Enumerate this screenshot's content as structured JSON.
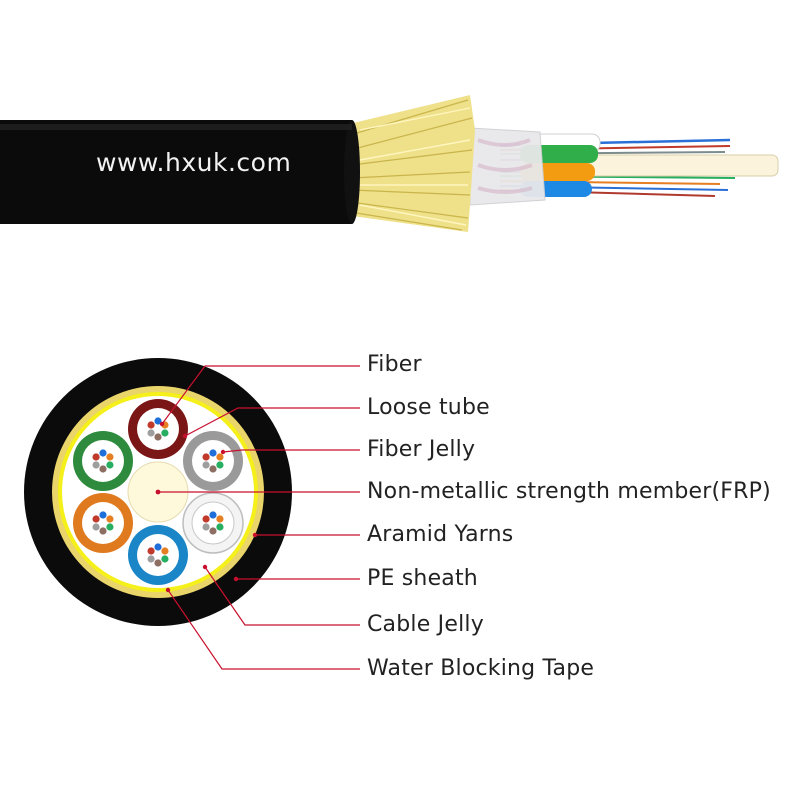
{
  "watermark": "www.hxuk.com",
  "colors": {
    "sheath": "#0b0b0b",
    "yarn": "#e9d56a",
    "tape": "#f5ef1a",
    "leader": "#c8102e",
    "tube_red": "#7a1616",
    "tube_gray": "#9a9a9a",
    "tube_green": "#2e8b3e",
    "tube_orange": "#e07a1f",
    "tube_blue": "#1a86c8",
    "tube_white": "#f4f4f4",
    "frp": "#fff9dc"
  },
  "labels": [
    {
      "text": "Fiber"
    },
    {
      "text": "Loose tube"
    },
    {
      "text": "Fiber Jelly"
    },
    {
      "text": "Non-metallic strength member(FRP)"
    },
    {
      "text": "Aramid Yarns"
    },
    {
      "text": "PE sheath"
    },
    {
      "text": "Cable Jelly"
    },
    {
      "text": "Water Blocking Tape"
    }
  ]
}
